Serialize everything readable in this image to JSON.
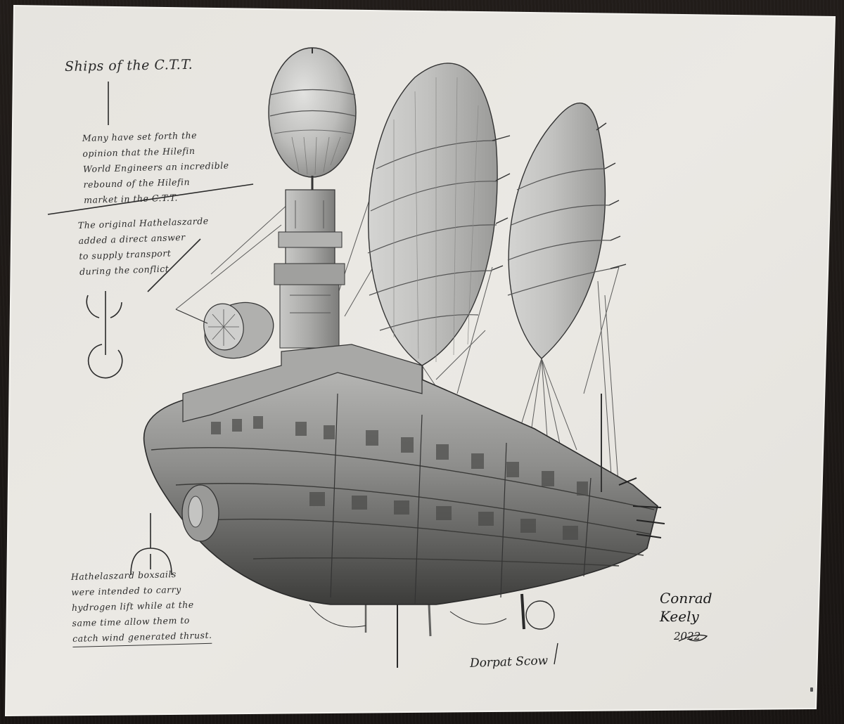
{
  "scene": {
    "description": "Photograph of a pencil and ink-wash drawing of a steampunk airship on off-white paper, resting on a dark wood surface",
    "background_color": "#1c1816",
    "paper_color": "#e8e6e1",
    "ink_color": "#2a2a2a"
  },
  "annotations": {
    "title": "Ships of the C.T.T.",
    "note_1": {
      "lines": [
        "Many have set forth the",
        "opinion that the Hilefin",
        "World Engineers an incredible",
        "rebound of the Hilefin",
        "market in the C.T.T."
      ]
    },
    "note_2": {
      "lines": [
        "The original Hathelaszarde",
        "added a direct answer",
        "to supply transport",
        "during the conflict"
      ]
    },
    "note_3": {
      "lines": [
        "Hathelaszard boxsails",
        "were intended to carry",
        "hydrogen lift while at the",
        "same time allow them to",
        "catch wind generated thrust."
      ]
    }
  },
  "artwork": {
    "piece_title": "Dorpat Scow",
    "signature_name_line1": "Conrad",
    "signature_name_line2": "Keely",
    "signature_year": "2022"
  }
}
